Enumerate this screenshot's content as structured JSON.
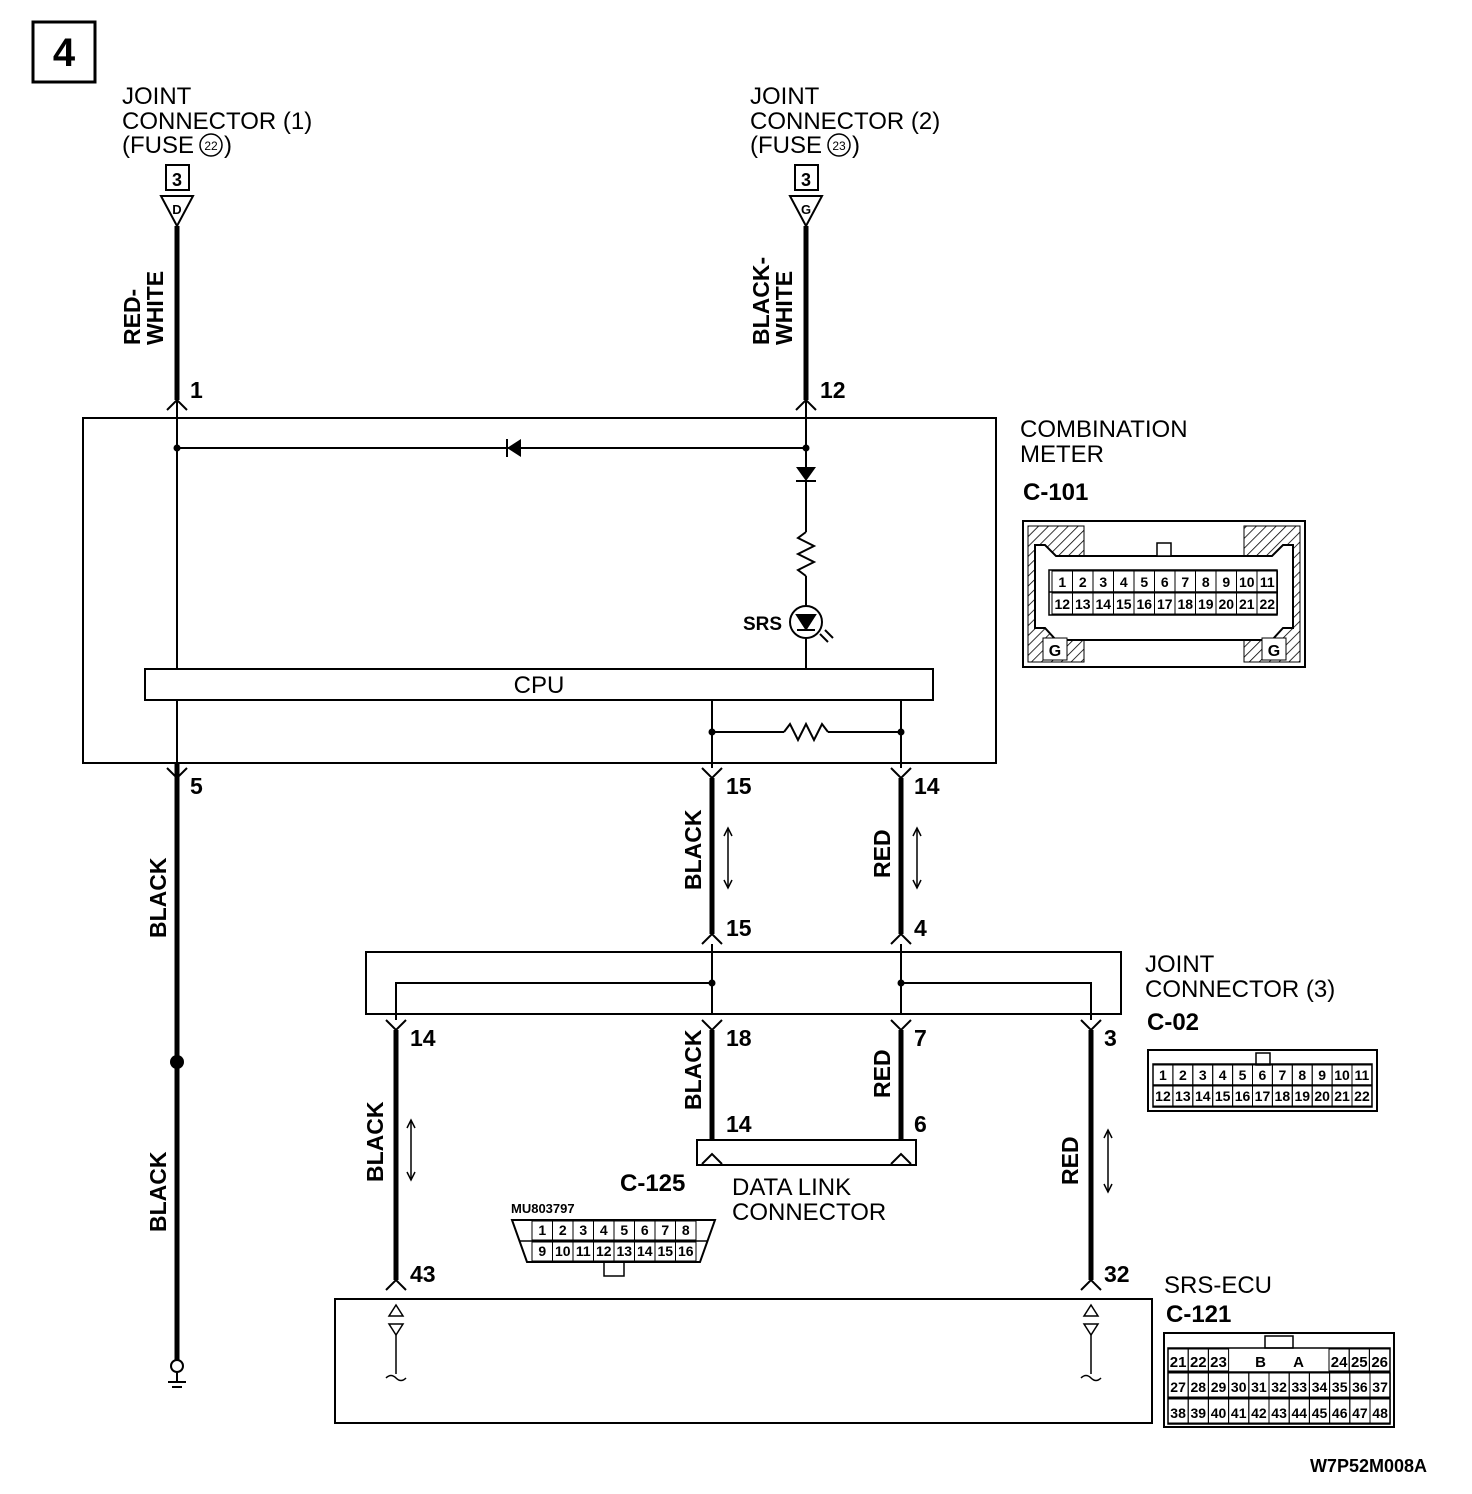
{
  "page": {
    "number": "4",
    "code": "W7P52M008A"
  },
  "joint1": {
    "line1": "JOINT",
    "line2": "CONNECTOR (1)",
    "line3a": "(FUSE",
    "fuse": "22",
    "line3b": ")",
    "num": "3",
    "letter": "D"
  },
  "joint2": {
    "line1": "JOINT",
    "line2": "CONNECTOR (2)",
    "line3a": "(FUSE",
    "fuse": "23",
    "line3b": ")",
    "num": "3",
    "letter": "G"
  },
  "wires": {
    "w1a": "RED-",
    "w1b": "WHITE",
    "w12a": "BLACK-",
    "w12b": "WHITE",
    "w5top": "BLACK",
    "w5bot": "BLACK",
    "w15": "BLACK",
    "w14": "RED",
    "w14b": "BLACK",
    "w18": "BLACK",
    "w7": "RED",
    "w3": "RED"
  },
  "pins": {
    "p1": "1",
    "p12": "12",
    "p5": "5",
    "p15": "15",
    "p14": "14",
    "j15": "15",
    "j4": "4",
    "j14": "14",
    "j18": "18",
    "j7": "7",
    "j3": "3",
    "d14": "14",
    "d6": "6",
    "e43": "43",
    "e32": "32"
  },
  "meter": {
    "line1": "COMBINATION",
    "line2": "METER",
    "connector": "C-101",
    "cpu": "CPU",
    "srs": "SRS",
    "row1": [
      "1",
      "2",
      "3",
      "4",
      "5",
      "6",
      "7",
      "8",
      "9",
      "10",
      "11"
    ],
    "row2": [
      "12",
      "13",
      "14",
      "15",
      "16",
      "17",
      "18",
      "19",
      "20",
      "21",
      "22"
    ],
    "g_left": "G",
    "g_right": "G"
  },
  "joint3": {
    "line1": "JOINT",
    "line2": "CONNECTOR (3)",
    "connector": "C-02",
    "row1": [
      "1",
      "2",
      "3",
      "4",
      "5",
      "6",
      "7",
      "8",
      "9",
      "10",
      "11"
    ],
    "row2": [
      "12",
      "13",
      "14",
      "15",
      "16",
      "17",
      "18",
      "19",
      "20",
      "21",
      "22"
    ]
  },
  "dlc": {
    "line1": "DATA LINK",
    "line2": "CONNECTOR",
    "connector": "C-125",
    "part": "MU803797",
    "row1": [
      "1",
      "2",
      "3",
      "4",
      "5",
      "6",
      "7",
      "8"
    ],
    "row2": [
      "9",
      "10",
      "11",
      "12",
      "13",
      "14",
      "15",
      "16"
    ]
  },
  "srsecu": {
    "line1": "SRS-ECU",
    "connector": "C-121",
    "row1": [
      "21",
      "22",
      "23",
      "B",
      "A",
      "24",
      "25",
      "26"
    ],
    "row2": [
      "27",
      "28",
      "29",
      "30",
      "31",
      "32",
      "33",
      "34",
      "35",
      "36",
      "37"
    ],
    "row3": [
      "38",
      "39",
      "40",
      "41",
      "42",
      "43",
      "44",
      "45",
      "46",
      "47",
      "48"
    ]
  }
}
